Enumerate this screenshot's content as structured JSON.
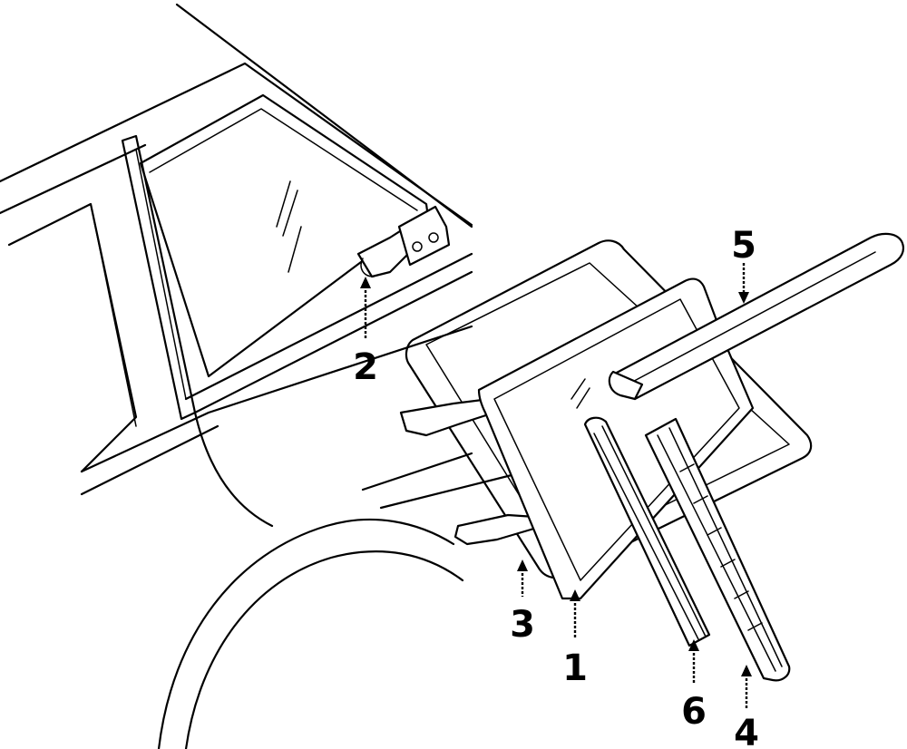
{
  "callouts": [
    {
      "id": "part-1",
      "label": "1"
    },
    {
      "id": "part-2",
      "label": "2"
    },
    {
      "id": "part-3",
      "label": "3"
    },
    {
      "id": "part-4",
      "label": "4"
    },
    {
      "id": "part-5",
      "label": "5"
    },
    {
      "id": "part-6",
      "label": "6"
    }
  ]
}
